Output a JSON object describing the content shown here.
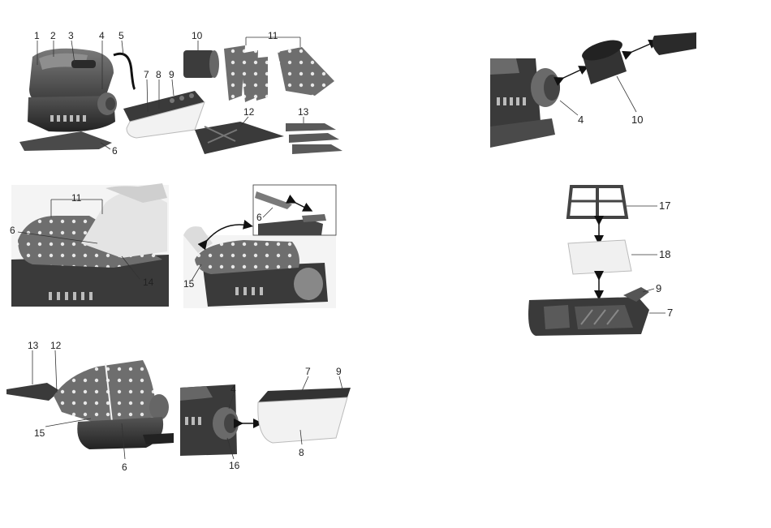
{
  "figures": {
    "fig_overview": {
      "callouts": [
        "1",
        "2",
        "3",
        "4",
        "5",
        "6",
        "7",
        "8",
        "9",
        "10",
        "11",
        "12",
        "13"
      ]
    },
    "fig_pad_attach": {
      "callouts": [
        "11",
        "6",
        "14"
      ]
    },
    "fig_pad_rotate": {
      "callouts": [
        "6",
        "15"
      ]
    },
    "fig_finger_attach": {
      "callouts": [
        "13",
        "12",
        "15",
        "6"
      ]
    },
    "fig_dust_box_attach": {
      "callouts": [
        "4",
        "16",
        "7",
        "9",
        "8"
      ]
    },
    "fig_adapter": {
      "callouts": [
        "4",
        "10"
      ]
    },
    "fig_filter": {
      "callouts": [
        "17",
        "18",
        "9",
        "7"
      ]
    }
  }
}
